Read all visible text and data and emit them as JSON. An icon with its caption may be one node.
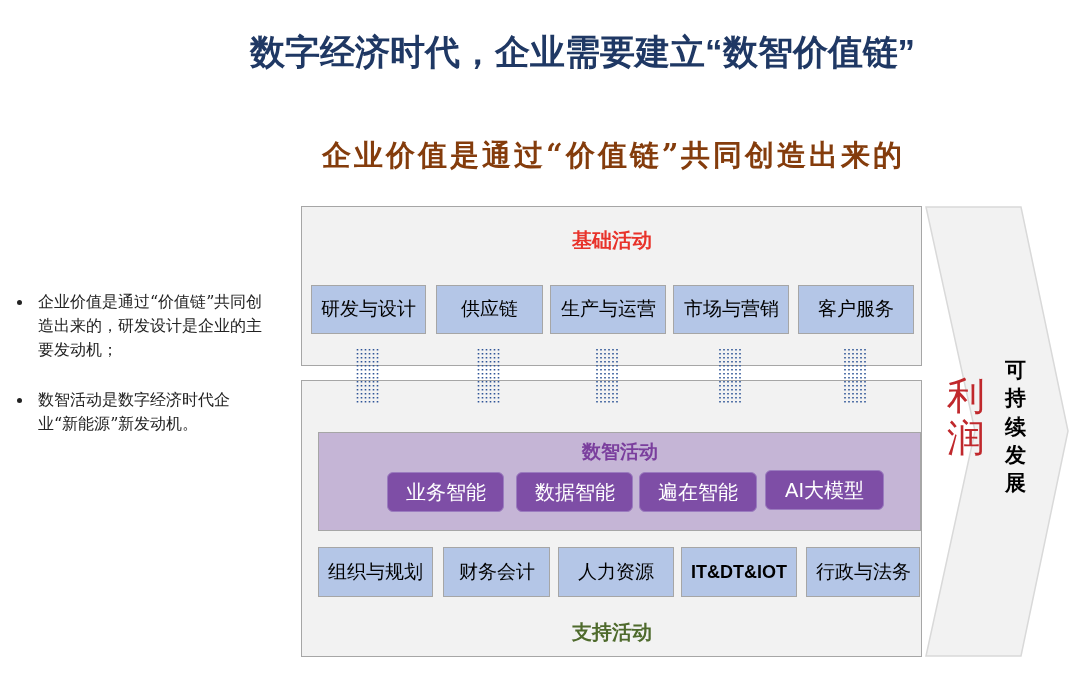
{
  "diagram": {
    "title": "数字经济时代，企业需要建立“数智价值链”",
    "nodes": [
      {
        "text": [
          "基础活动"
        ]
      },
      {
        "text": [
          "研发与设计"
        ],
        "in": 0
      },
      {
        "text": [
          "供应链"
        ],
        "in": 0
      },
      {
        "text": [
          "生产与运营"
        ],
        "in": 0
      },
      {
        "text": [
          "市场与营销"
        ],
        "in": 0
      },
      {
        "text": [
          "客户服务"
        ],
        "in": 0
      },
      {
        "text": [
          "支持活动"
        ]
      },
      {
        "text": [
          "数智活动"
        ],
        "in": 6
      },
      {
        "text": [
          "业务智能"
        ],
        "in": 7
      },
      {
        "text": [
          "数据智能"
        ],
        "in": 7
      },
      {
        "text": [
          "遍在智能"
        ],
        "in": 7
      },
      {
        "text": [
          "AI大模型"
        ],
        "in": 7
      },
      {
        "text": [
          "组织与规划"
        ],
        "in": 6
      },
      {
        "text": [
          "财务会计"
        ],
        "in": 6
      },
      {
        "text": [
          "人力资源"
        ],
        "in": 6
      },
      {
        "text": [
          "IT&DT&IOT"
        ],
        "in": 6
      },
      {
        "text": [
          "行政与法务"
        ],
        "in": 6
      },
      {
        "text": [
          "利润",
          "可持续发展"
        ]
      }
    ],
    "edges": [
      {
        "from": 1,
        "to": 6,
        "arrow": "none",
        "style": "dashed"
      },
      {
        "from": 2,
        "to": 6,
        "arrow": "none",
        "style": "dashed"
      },
      {
        "from": 3,
        "to": 6,
        "arrow": "none",
        "style": "dashed"
      },
      {
        "from": 4,
        "to": 6,
        "arrow": "none",
        "style": "dashed"
      },
      {
        "from": 5,
        "to": 6,
        "arrow": "none",
        "style": "dashed"
      }
    ],
    "labels": [
      "企业价值是通过“价值链”共同创造出来的",
      "企业价值是通过“价值链”共同创造出来的，研发设计是企业的主要发动机；",
      "数智活动是数字经济时代企业“新能源”新发动机。"
    ]
  }
}
